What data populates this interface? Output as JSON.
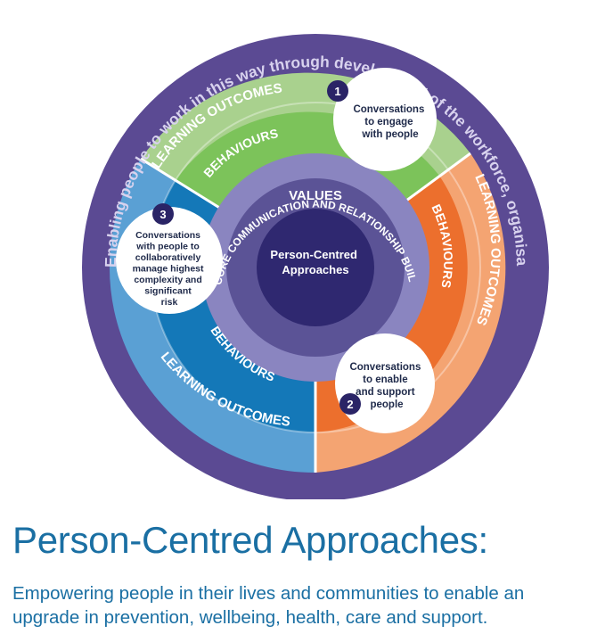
{
  "diagram": {
    "outer_ring_text": "Enabling people to work in this way through development of the workforce, organisations and systems",
    "core_ring_text": "CORE COMMUNICATION AND RELATIONSHIP BUILDING SKILLS",
    "values_label": "VALUES",
    "center_label": [
      "Person-Centred",
      "Approaches"
    ],
    "segments": [
      {
        "learning_outcomes_label": "LEARNING OUTCOMES",
        "behaviours_label": "BEHAVIOURS",
        "bubble_number": "1",
        "bubble_lines": [
          "Conversations",
          "to engage",
          "with people"
        ],
        "color_outer": "#a9d18e",
        "color_inner": "#6abf4b"
      },
      {
        "learning_outcomes_label": "LEARNING OUTCOMES",
        "behaviours_label": "BEHAVIOURS",
        "bubble_number": "2",
        "bubble_lines": [
          "Conversations",
          "to enable",
          "and support",
          "people"
        ],
        "color_outer": "#f4a472",
        "color_inner": "#ec6f2d"
      },
      {
        "learning_outcomes_label": "LEARNING OUTCOMES",
        "behaviours_label": "BEHAVIOURS",
        "bubble_number": "3",
        "bubble_lines": [
          "Conversations",
          "with people to",
          "collaboratively",
          "manage highest",
          "complexity and",
          "significant",
          "risk"
        ],
        "color_outer": "#5aa0d4",
        "color_inner": "#1478b8"
      }
    ],
    "colors": {
      "outer_ring": "#5b4a93",
      "core_ring": "#8a85c0",
      "values_ring": "#5b5396",
      "center": "#2f2870",
      "bubble_number_bg": "#2a2466"
    }
  },
  "heading": "Person-Centred Approaches:",
  "subheading_lines": [
    "Empowering people in their lives and communities to enable an",
    "upgrade in prevention, wellbeing, health, care and support."
  ]
}
